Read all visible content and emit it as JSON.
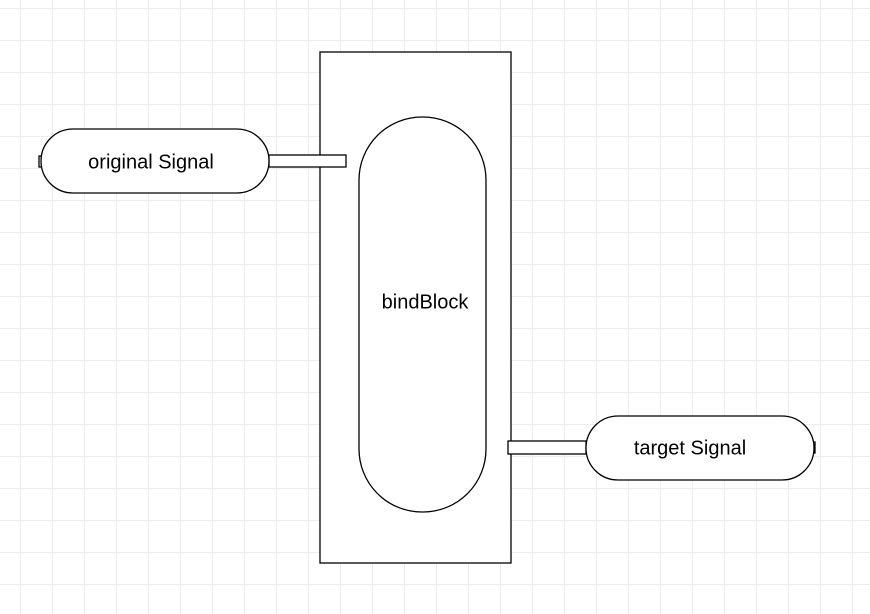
{
  "diagram": {
    "nodes": {
      "original_signal": {
        "label": "original Signal"
      },
      "bind_block": {
        "label": "bindBlock"
      },
      "target_signal": {
        "label": "target Signal"
      }
    }
  }
}
